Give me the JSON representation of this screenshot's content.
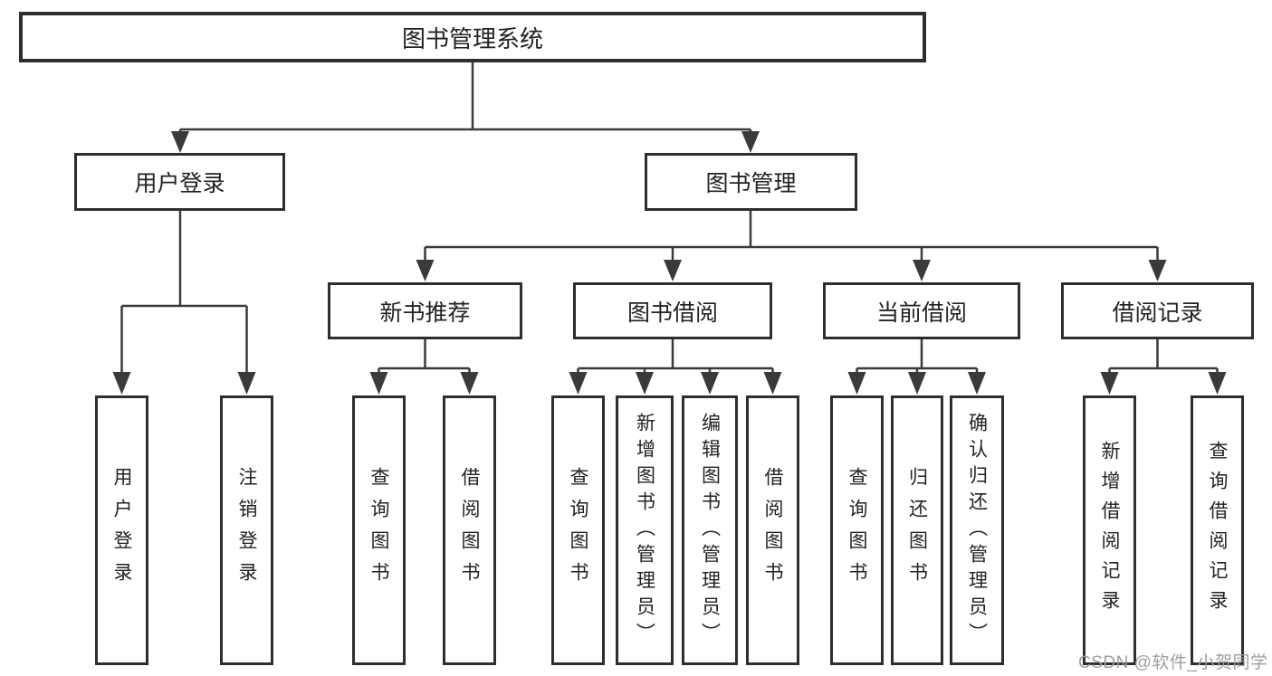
{
  "diagram": {
    "root": {
      "label": "图书管理系统"
    },
    "level2": [
      {
        "label": "用户登录"
      },
      {
        "label": "图书管理"
      }
    ],
    "level3": [
      {
        "label": "新书推荐"
      },
      {
        "label": "图书借阅"
      },
      {
        "label": "当前借阅"
      },
      {
        "label": "借阅记录"
      }
    ],
    "leaves": {
      "user_login": [
        "用户登录",
        "注销登录"
      ],
      "new_book": [
        "查询图书",
        "借阅图书"
      ],
      "book_borrow": [
        "查询图书",
        "新增图书（管理员）",
        "编辑图书（管理员）",
        "借阅图书"
      ],
      "current_borrow": [
        "查询图书",
        "归还图书",
        "确认归还（管理员）"
      ],
      "borrow_record": [
        "新增借阅记录",
        "查询借阅记录"
      ]
    }
  },
  "watermark": {
    "text": "CSDN @软件_小贺同学"
  },
  "colors": {
    "line": "#3a3a3a",
    "box_border": "#2e2e2e",
    "text": "#222222",
    "background": "#ffffff",
    "watermark": "#9e9e9e"
  }
}
